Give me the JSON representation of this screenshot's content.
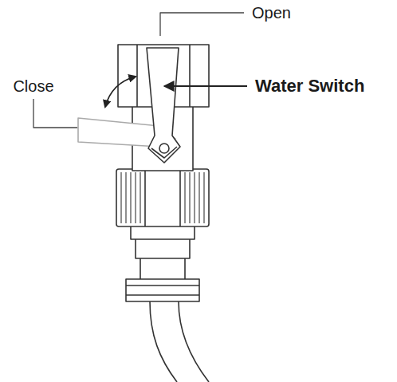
{
  "diagram": {
    "labels": [
      "Open",
      "Close",
      "Water Switch"
    ]
  }
}
